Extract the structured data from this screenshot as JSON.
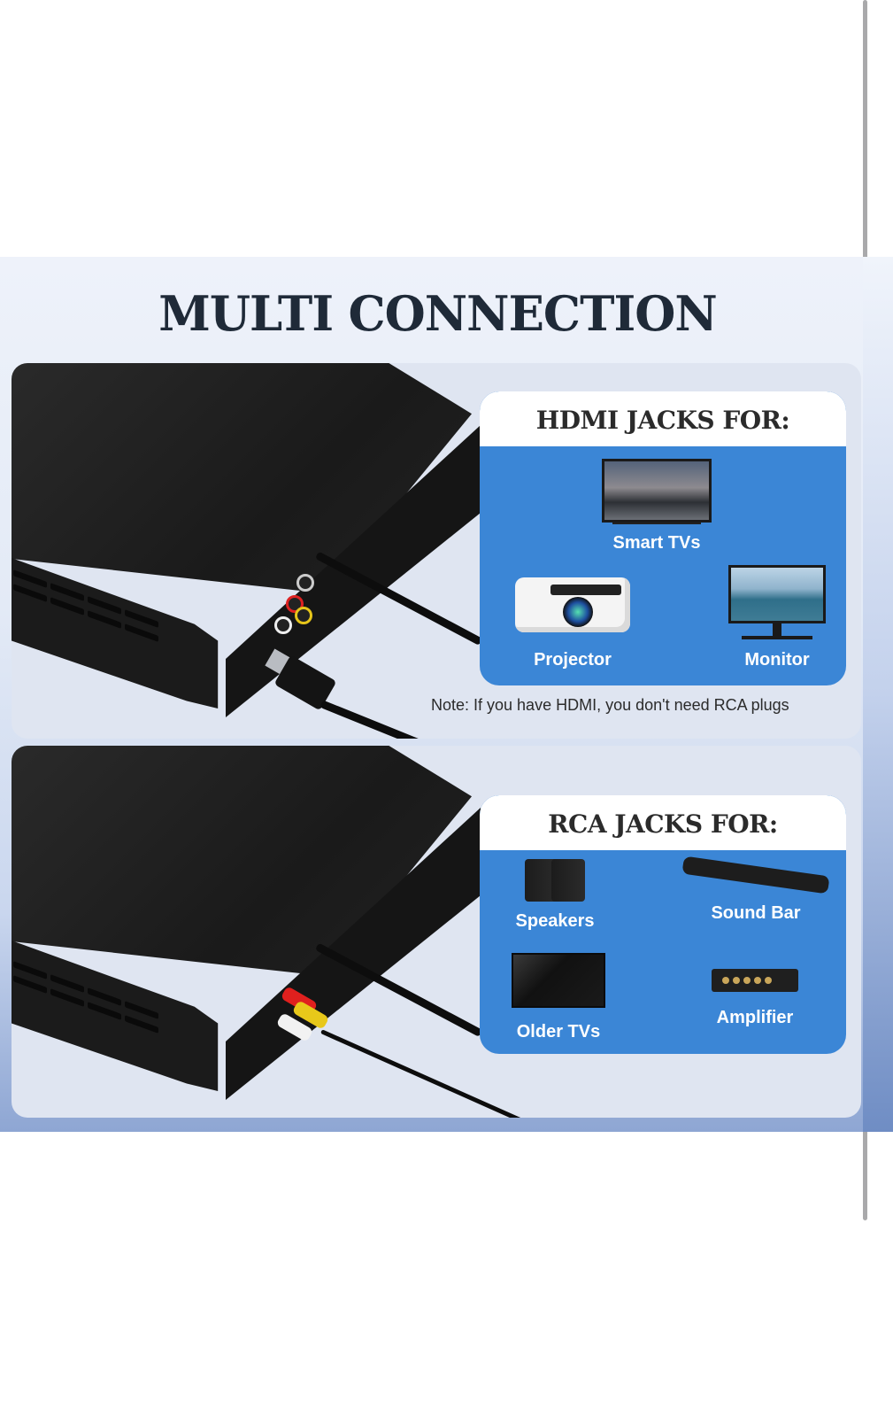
{
  "page": {
    "title": "MULTI CONNECTION"
  },
  "hdmi_section": {
    "heading": "HDMI JACKS FOR:",
    "items": [
      {
        "label": "Smart TVs",
        "icon": "smart-tv-icon"
      },
      {
        "label": "Projector",
        "icon": "projector-icon"
      },
      {
        "label": "Monitor",
        "icon": "monitor-icon"
      }
    ],
    "note": "Note: If you have HDMI, you don't need RCA plugs"
  },
  "rca_section": {
    "heading": "RCA JACKS FOR:",
    "items": [
      {
        "label": "Speakers",
        "icon": "speakers-icon"
      },
      {
        "label": "Sound Bar",
        "icon": "sound-bar-icon"
      },
      {
        "label": "Older TVs",
        "icon": "older-tv-icon"
      },
      {
        "label": "Amplifier",
        "icon": "amplifier-icon"
      }
    ]
  },
  "colors": {
    "card_blue": "#3b86d6",
    "title_dark": "#1f2a38",
    "panel_bg": "#dfe5f1",
    "rca_red": "#e0201e",
    "rca_white": "#f2f2f2",
    "rca_yellow": "#e8c81a"
  }
}
